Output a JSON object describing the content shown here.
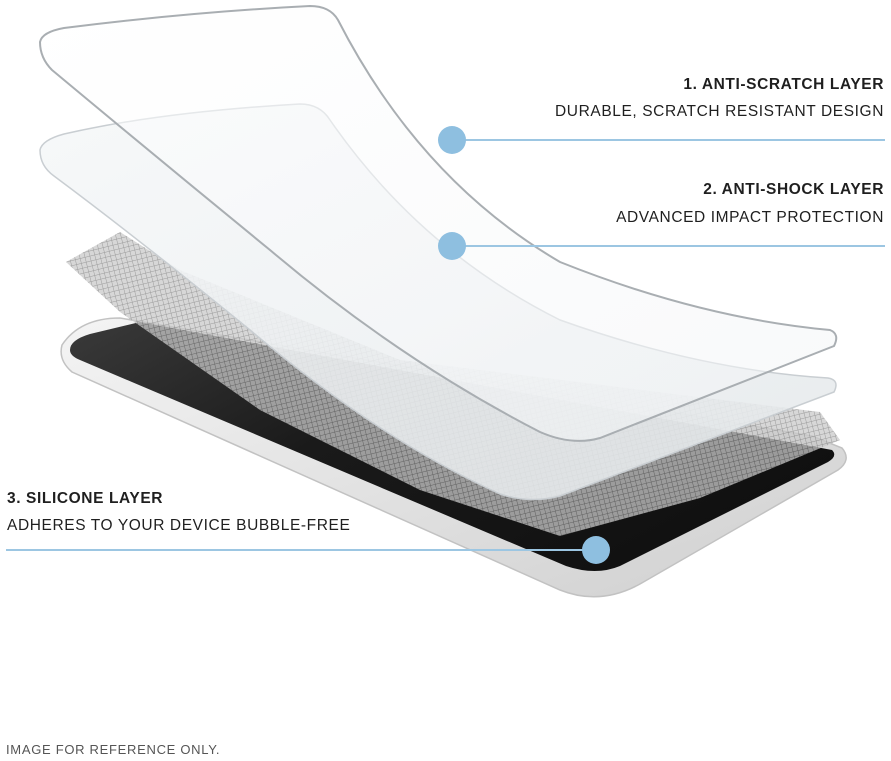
{
  "layers": [
    {
      "title": "1. ANTI-SCRATCH LAYER",
      "description": "DURABLE, SCRATCH RESISTANT DESIGN"
    },
    {
      "title": "2. ANTI-SHOCK LAYER",
      "description": "ADVANCED IMPACT PROTECTION"
    },
    {
      "title": "3. SILICONE LAYER",
      "description": "ADHERES TO YOUR DEVICE BUBBLE-FREE"
    }
  ],
  "footnote": "IMAGE FOR REFERENCE ONLY.",
  "colors": {
    "callout_line": "#9cc6e2",
    "callout_dot": "#8ebfe0",
    "text": "#1f1f1f",
    "device_body": "#e9e9e9",
    "device_screen": "#1c1c1c"
  }
}
